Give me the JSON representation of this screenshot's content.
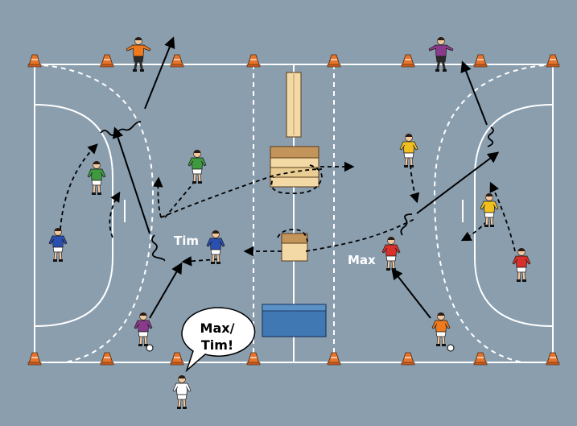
{
  "diagram": {
    "colors": {
      "background": "#8a9eae",
      "lines": "#ffffff",
      "cone": "#e8742a",
      "box_light": "#f2d9a6",
      "box_dark": "#c4955a",
      "mat": "#3f78b2",
      "team_blue": "#2a4fb0",
      "team_green": "#3f9a3f",
      "team_yellow": "#f0c020",
      "team_red": "#d8302a",
      "coach_orange": "#ef7a1e",
      "coach_purple": "#8a3a8a"
    },
    "labels": {
      "tim": "Tim",
      "max": "Max"
    },
    "speech_bubble": {
      "line1": "Max/",
      "line2": "Tim!"
    },
    "icons": [
      "cone-icon",
      "player-icon",
      "coach-icon",
      "ball-icon",
      "bench-icon",
      "vaulting-box-icon",
      "mat-icon"
    ]
  }
}
